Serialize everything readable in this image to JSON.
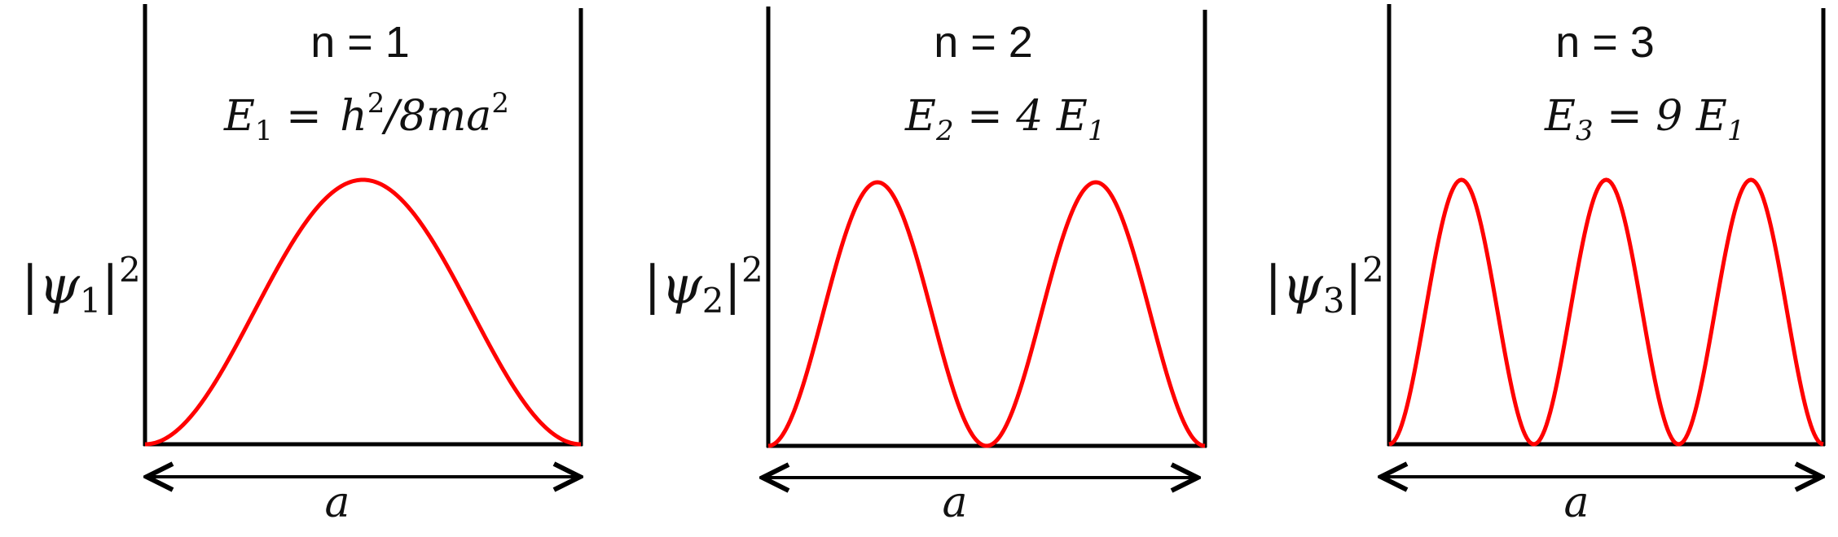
{
  "colors": {
    "wave": "#ff0000",
    "lines": "#000000",
    "background": "#ffffff"
  },
  "panels": [
    {
      "n_label": "n = 1",
      "energy": {
        "symbol": "E",
        "sub": "1",
        "eq": " = ",
        "rhs_main": "h",
        "rhs_sup": "2",
        "rhs_tail": "/8ma",
        "rhs_tail_sup": "2"
      },
      "psi": {
        "left_bar": "|",
        "symbol": "ψ",
        "sub": "1",
        "right_bar": "|",
        "sup": "2"
      },
      "width_label": "a",
      "n": 1
    },
    {
      "n_label": "n = 2",
      "energy": {
        "symbol": "E",
        "sub": "2",
        "eq": " = 4 ",
        "rhs_main": "E",
        "rhs_sub": "1"
      },
      "psi": {
        "left_bar": "|",
        "symbol": "ψ",
        "sub": "2",
        "right_bar": "|",
        "sup": "2"
      },
      "width_label": "a",
      "n": 2
    },
    {
      "n_label": "n = 3",
      "energy": {
        "symbol": "E",
        "sub": "3",
        "eq": " = 9 ",
        "rhs_main": "E",
        "rhs_sub": "1"
      },
      "psi": {
        "left_bar": "|",
        "symbol": "ψ",
        "sub": "3",
        "right_bar": "|",
        "sup": "2"
      },
      "width_label": "a",
      "n": 3
    }
  ]
}
